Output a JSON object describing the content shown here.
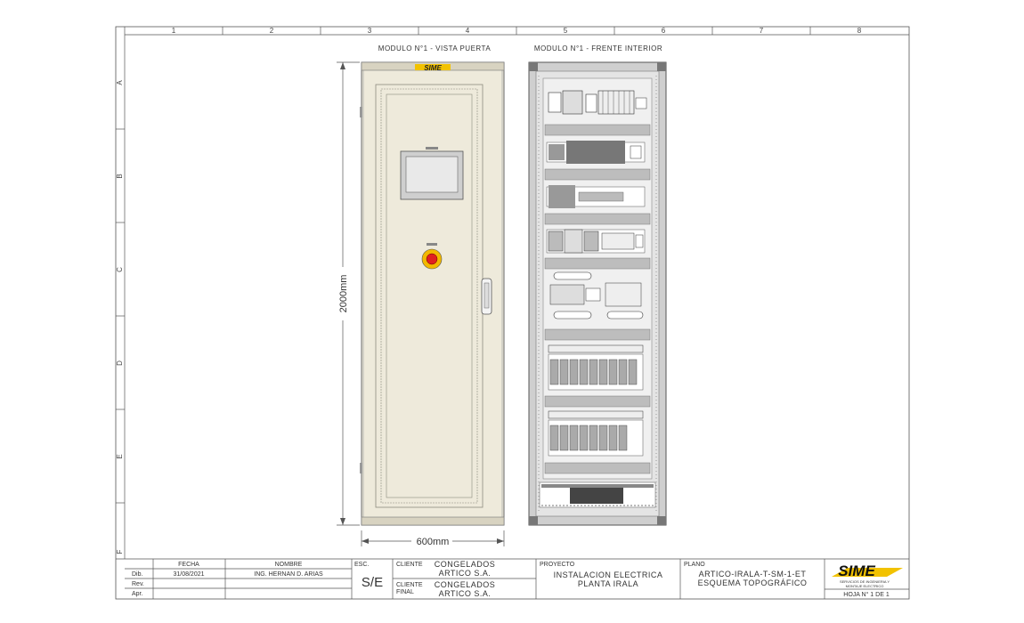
{
  "frame": {
    "columns": [
      "1",
      "2",
      "3",
      "4",
      "5",
      "6",
      "7",
      "8"
    ],
    "rows": [
      "A",
      "B",
      "C",
      "D",
      "E",
      "F"
    ]
  },
  "views": {
    "door_title": "MODULO N°1 - VISTA PUERTA",
    "interior_title": "MODULO N°1 - FRENTE INTERIOR",
    "height_dim": "2000mm",
    "width_dim": "600mm",
    "brand": "SIME"
  },
  "title_block": {
    "fecha_label": "FECHA",
    "nombre_label": "NOMBRE",
    "esc_label": "ESC.",
    "rows": [
      {
        "label": "Dib.",
        "fecha": "31/08/2021",
        "nombre": "ING. HERNAN D. ARIAS"
      },
      {
        "label": "Rev.",
        "fecha": "",
        "nombre": ""
      },
      {
        "label": "Apr.",
        "fecha": "",
        "nombre": ""
      }
    ],
    "escala": "S/E",
    "cliente_label": "CLIENTE",
    "cliente_line1": "CONGELADOS",
    "cliente_line2": "ARTICO S.A.",
    "cliente_final_label1": "CLIENTE",
    "cliente_final_label2": "FINAL",
    "cliente_final_line1": "CONGELADOS",
    "cliente_final_line2": "ARTICO S.A.",
    "proyecto_label": "PROYECTO",
    "proyecto_line1": "INSTALACION ELECTRICA",
    "proyecto_line2": "PLANTA IRALA",
    "plano_label": "PLANO",
    "plano_line1": "ARTICO-IRALA-T-SM-1-ET",
    "plano_line2": "ESQUEMA TOPOGRÁFICO",
    "logo_text": "SIME",
    "logo_sub1": "SERVICIOS DE INGENIERIA Y",
    "logo_sub2": "MONTAJE ELECTRICO",
    "hoja": "HOJA N° 1 DE 1"
  },
  "colors": {
    "cabinet": "#eeeadb",
    "cabinet_dark": "#d8d3c1",
    "interior": "#c9c9c9",
    "rail": "#bfbfbf",
    "panel": "#e2e2e2",
    "stop_button": "#e02020",
    "stop_ring": "#f2b800",
    "logo_yellow": "#f2c200"
  }
}
